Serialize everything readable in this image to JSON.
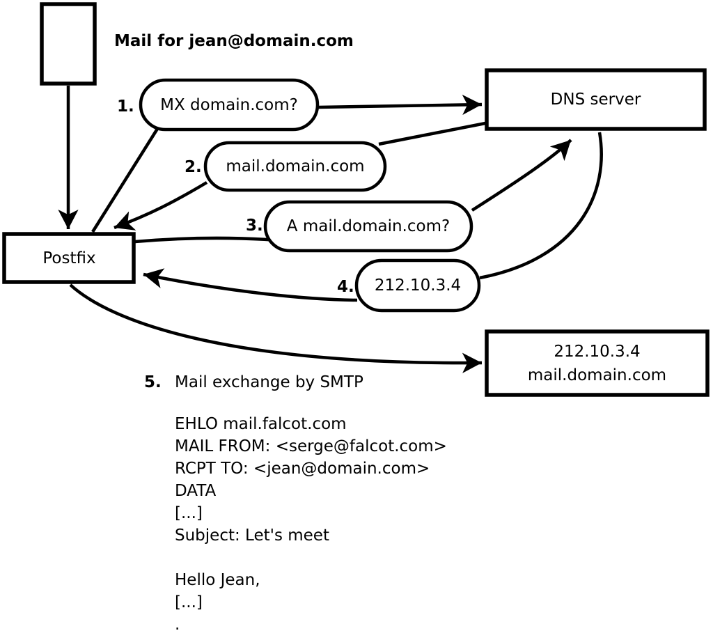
{
  "diagram": {
    "mail_label": "Mail for jean@domain.com",
    "postfix_label": "Postfix",
    "dns_label": "DNS server",
    "dest_server": {
      "line1": "212.10.3.4",
      "line2": "mail.domain.com"
    },
    "steps": [
      {
        "num": "1.",
        "label": "MX domain.com?"
      },
      {
        "num": "2.",
        "label": "mail.domain.com"
      },
      {
        "num": "3.",
        "label": "A mail.domain.com?"
      },
      {
        "num": "4.",
        "label": "212.10.3.4"
      },
      {
        "num": "5.",
        "label": "Mail exchange by SMTP"
      }
    ],
    "smtp": {
      "lines": [
        "EHLO mail.falcot.com",
        "MAIL FROM: <serge@falcot.com>",
        "RCPT TO: <jean@domain.com>",
        "DATA",
        "[...]",
        "Subject: Let's meet",
        "",
        "Hello Jean,",
        "[...]",
        "."
      ]
    },
    "colors": {
      "ink": "#000000",
      "paper": "#ffffff"
    }
  }
}
